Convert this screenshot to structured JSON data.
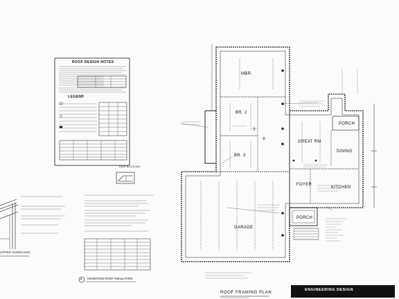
{
  "sheet": {
    "title": "ROOF FRAMING PLAN",
    "title_block_text": "ENGINEERING DESIGN"
  },
  "notes": {
    "roof_design_notes_title": "ROOF DESIGN NOTES",
    "legend_title": "LEGEND",
    "eave_blocking_label": "EAVE BLOCKING",
    "overhang_label": "UPPER OVERHANG",
    "unvented_insulation_label": "UNVENTED ROOF INSULATION",
    "section_marker": "A"
  },
  "rooms": {
    "mbr": "MBR.",
    "br2": "BR. 2",
    "br3": "BR. 3",
    "great_rm": "GREAT RM.",
    "dining": "DINING",
    "porch_upper": "PORCH",
    "porch_lower": "PORCH",
    "foyer": "FOYER",
    "kitchen": "KITCHEN",
    "garage": "GARAGE"
  },
  "colors": {
    "ink": "#1a1a1a",
    "paper": "#fbfbfb",
    "hatch": "#444444"
  }
}
